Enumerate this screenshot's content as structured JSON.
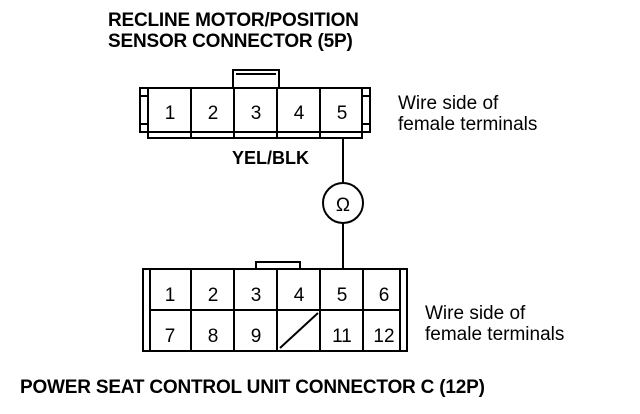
{
  "top_connector": {
    "title_line1": "RECLINE MOTOR/POSITION",
    "title_line2": "SENSOR CONNECTOR (5P)",
    "terminals": [
      "1",
      "2",
      "3",
      "4",
      "5"
    ],
    "note_line1": "Wire side of",
    "note_line2": "female terminals"
  },
  "wire": {
    "label": "YEL/BLK",
    "meter_symbol": "Ω"
  },
  "bottom_connector": {
    "row1": [
      "1",
      "2",
      "3",
      "4",
      "5",
      "6"
    ],
    "row2": [
      "7",
      "8",
      "9",
      "",
      "11",
      "12"
    ],
    "note_line1": "Wire side of",
    "note_line2": "female terminals",
    "title": "POWER SEAT CONTROL UNIT CONNECTOR C (12P)"
  }
}
